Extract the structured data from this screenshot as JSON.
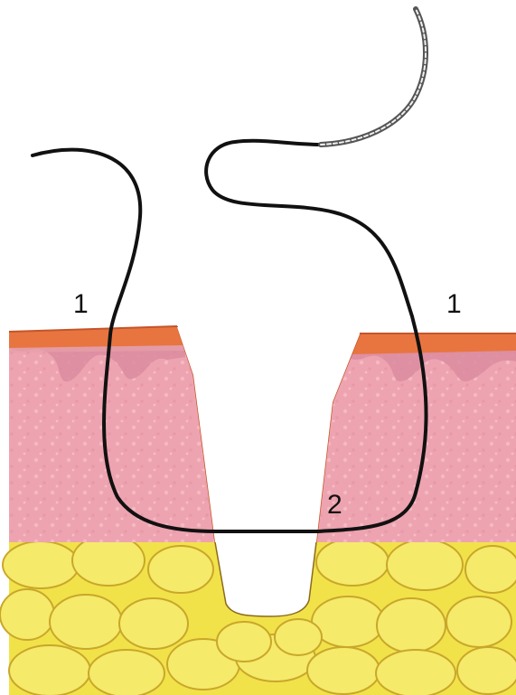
{
  "labels": {
    "left_surface": "1",
    "right_surface": "1",
    "deep_point": "2"
  },
  "colors": {
    "epidermis": "#e8753f",
    "epidermis_edge": "#c4552a",
    "dermis": "#eea3b0",
    "dermis_papillae": "#d98a9f",
    "fat": "#f2e24a",
    "fat_edge": "#c9a72a",
    "suture": "#111111",
    "wound": "#ffffff"
  },
  "icons": [
    "suture-thread",
    "skin-cross-section"
  ]
}
